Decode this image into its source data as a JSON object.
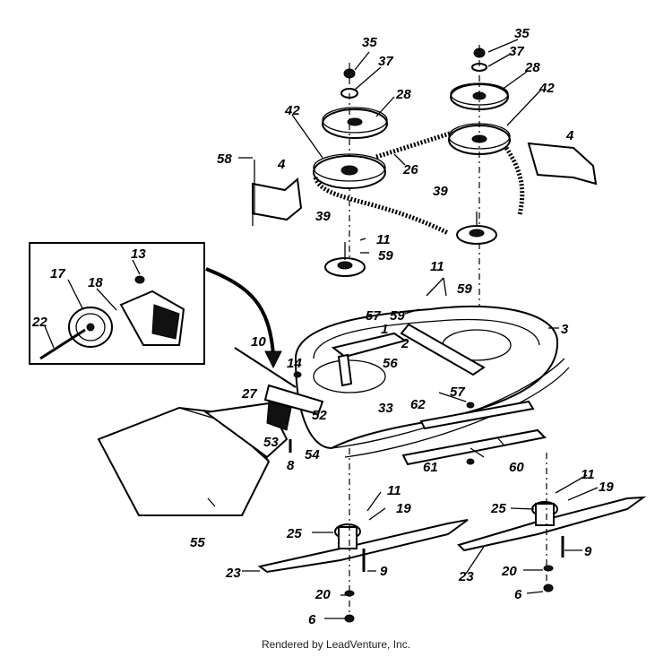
{
  "footer": "Rendered by LeadVenture, Inc.",
  "callouts": [
    "35",
    "37",
    "28",
    "35",
    "37",
    "28",
    "42",
    "42",
    "4",
    "4",
    "58",
    "26",
    "39",
    "39",
    "11",
    "59",
    "13",
    "17",
    "18",
    "22",
    "11",
    "59",
    "57",
    "59",
    "1",
    "2",
    "56",
    "3",
    "10",
    "14",
    "27",
    "52",
    "33",
    "62",
    "57",
    "53",
    "8",
    "54",
    "61",
    "60",
    "55",
    "11",
    "19",
    "25",
    "11",
    "19",
    "25",
    "23",
    "9",
    "20",
    "6",
    "23",
    "20",
    "9",
    "6"
  ]
}
